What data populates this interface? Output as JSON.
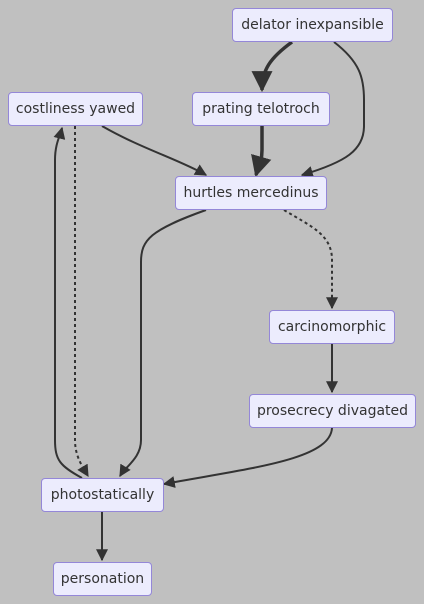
{
  "diagram": {
    "nodes": {
      "delator": "delator inexpansible",
      "costliness": "costliness yawed",
      "prating": "prating telotroch",
      "hurtles": "hurtles mercedinus",
      "carcino": "carcinomorphic",
      "prosecrecy": "prosecrecy divagated",
      "photo": "photostatically",
      "personation": "personation"
    },
    "edges": [
      {
        "from": "delator",
        "to": "prating",
        "style": "thick"
      },
      {
        "from": "delator",
        "to": "hurtles",
        "style": "solid"
      },
      {
        "from": "costliness",
        "to": "hurtles",
        "style": "solid"
      },
      {
        "from": "prating",
        "to": "hurtles",
        "style": "thick"
      },
      {
        "from": "hurtles",
        "to": "carcino",
        "style": "dotted"
      },
      {
        "from": "hurtles",
        "to": "photo",
        "style": "solid"
      },
      {
        "from": "costliness",
        "to": "photo",
        "style": "dotted"
      },
      {
        "from": "photo",
        "to": "costliness",
        "style": "solid"
      },
      {
        "from": "carcino",
        "to": "prosecrecy",
        "style": "solid"
      },
      {
        "from": "prosecrecy",
        "to": "photo",
        "style": "solid"
      },
      {
        "from": "photo",
        "to": "personation",
        "style": "solid"
      }
    ]
  }
}
